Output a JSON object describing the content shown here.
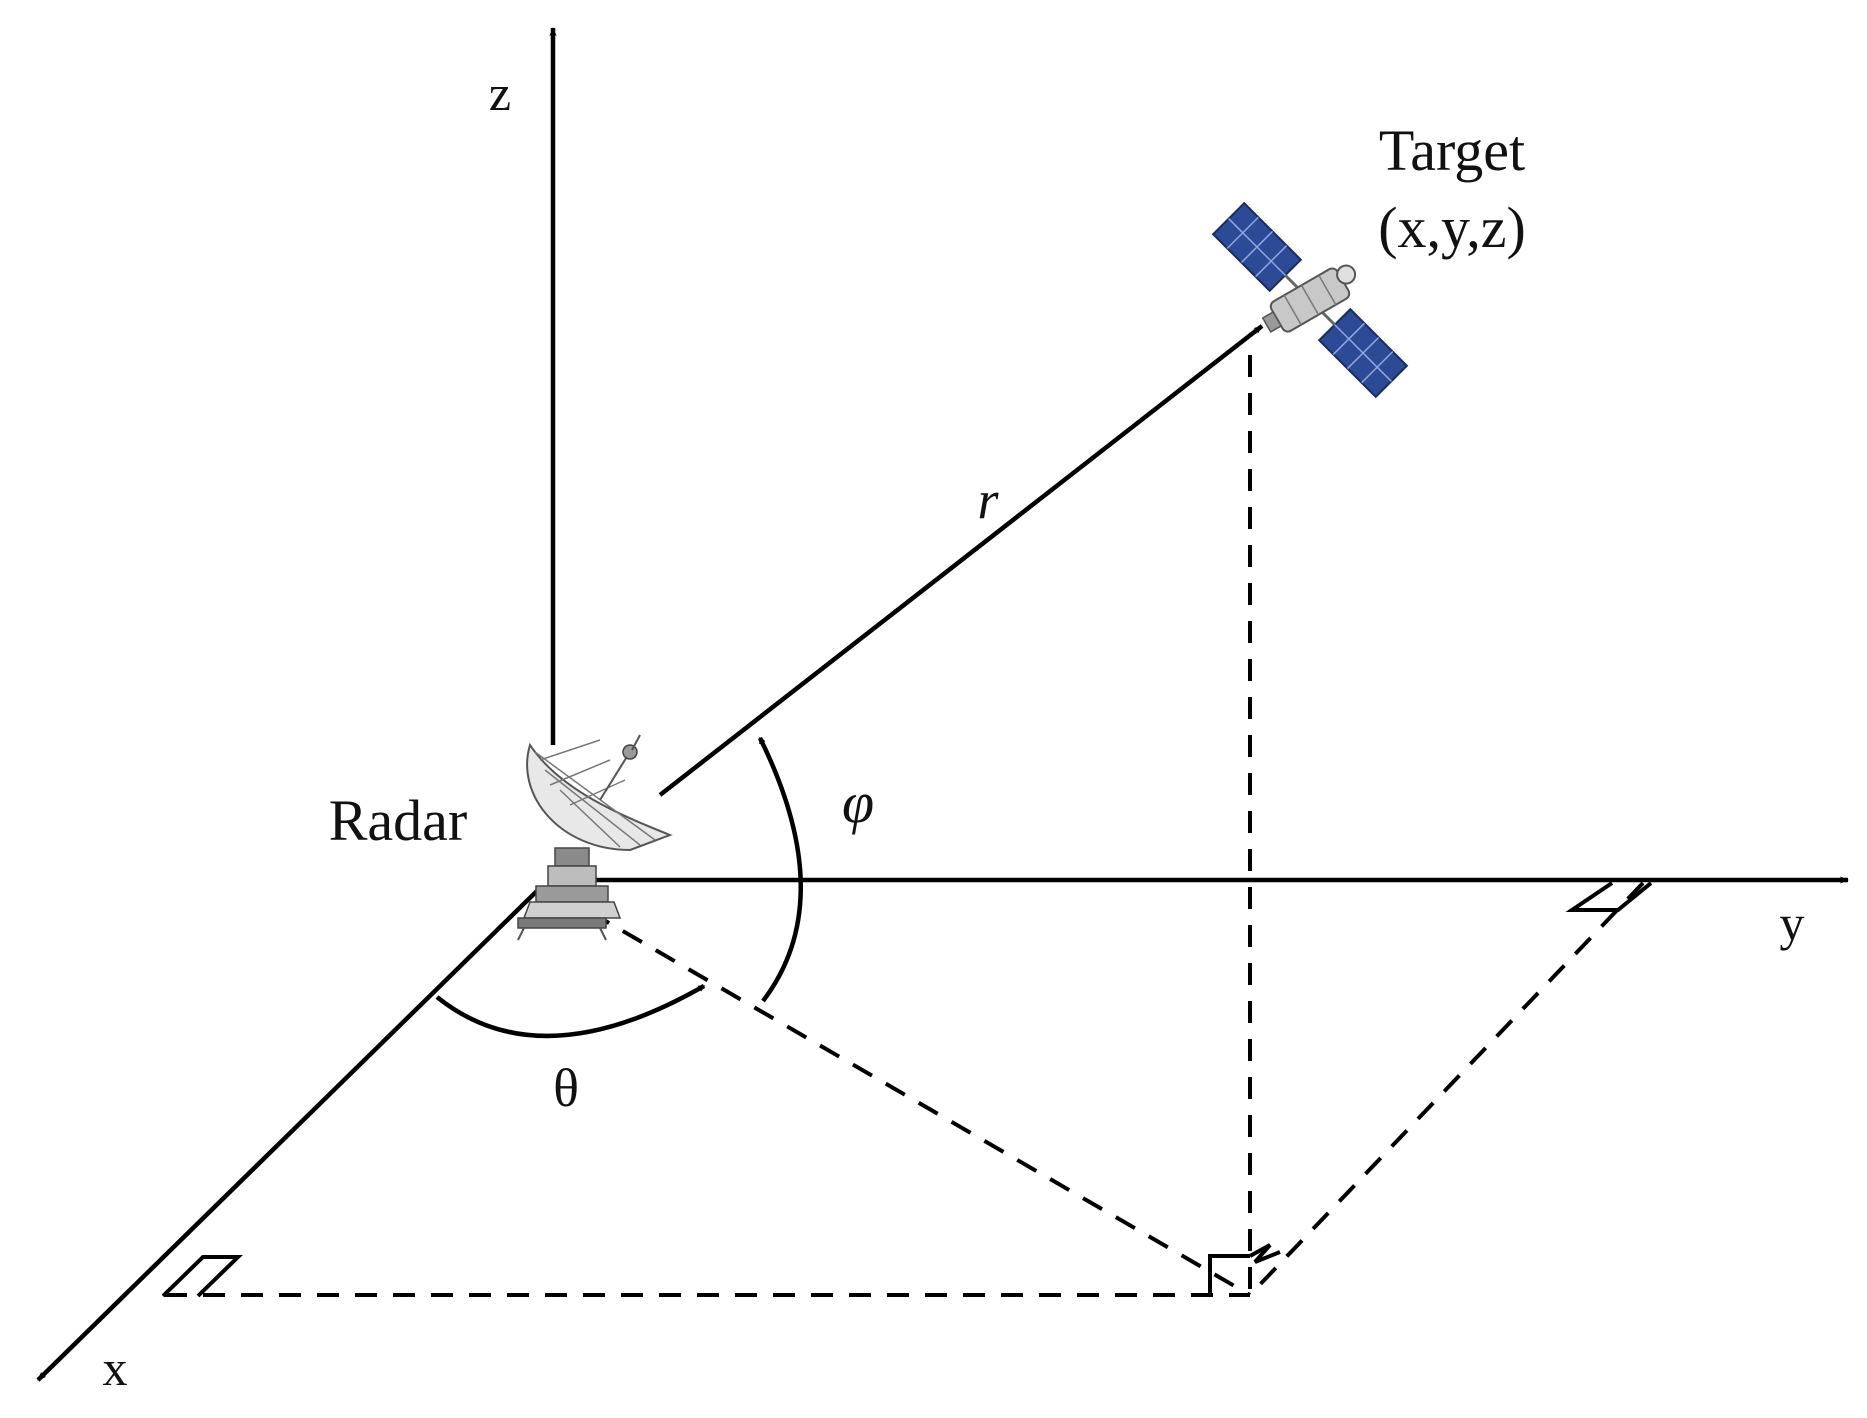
{
  "labels": {
    "z_axis": "z",
    "y_axis": "y",
    "x_axis": "x",
    "radar": "Radar",
    "target_title": "Target",
    "target_coords": "(x,y,z)",
    "range": "r",
    "elevation_angle": "φ",
    "azimuth_angle": "θ"
  },
  "colors": {
    "line": "#000000",
    "solar_panel": "#2c4a96",
    "satellite_body": "#c8c8c8",
    "radar_gray": "#8a8a8a"
  },
  "icons": {
    "radar": "radar-dish-icon",
    "target": "satellite-icon"
  }
}
